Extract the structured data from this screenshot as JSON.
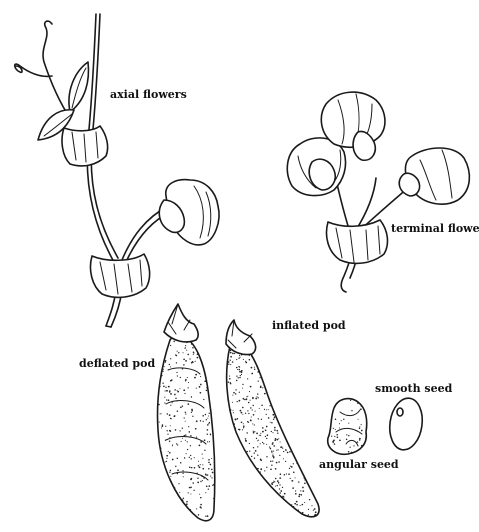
{
  "labels": {
    "axial_flowers": "axial flowers",
    "terminal_flower": "terminal flower",
    "inflated_pod": "inflated pod",
    "deflated_pod": "deflated pod",
    "smooth_seed": "smooth seed",
    "angular_seed": "angular seed"
  },
  "colors": {
    "ink": "#1a1a1a",
    "background": "#ffffff"
  }
}
